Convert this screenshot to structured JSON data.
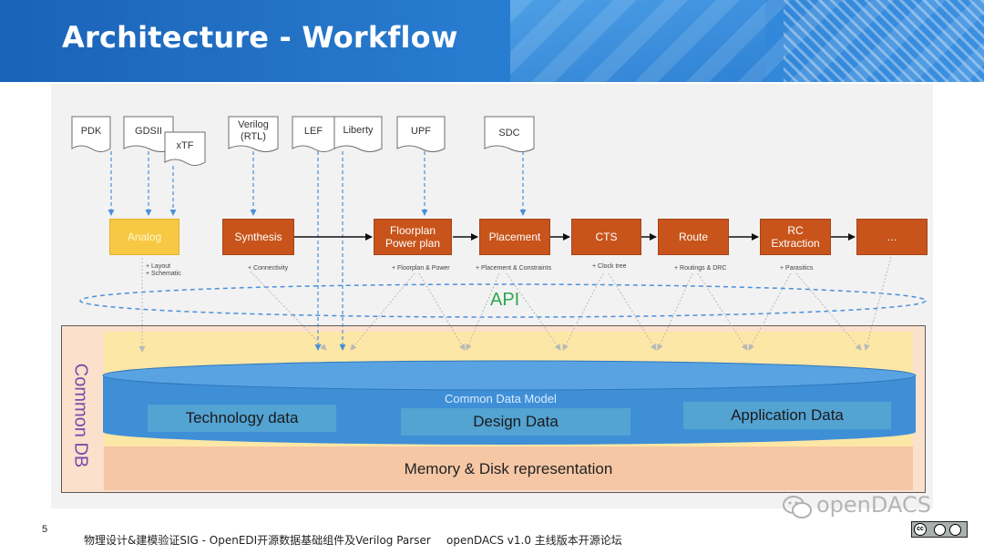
{
  "slide": {
    "title": "Architecture - Workflow",
    "page_number": "5",
    "footer_left": "物理设计&建模验证SIG - OpenEDI开源数据基础组件及Verilog Parser",
    "footer_right": "openDACS v1.0 主线版本开源论坛",
    "watermark": "openDACS"
  },
  "inputs": [
    {
      "label": "PDK"
    },
    {
      "label": "GDSII"
    },
    {
      "label": "xTF"
    },
    {
      "label": "Verilog\n(RTL)"
    },
    {
      "label": "LEF"
    },
    {
      "label": "Liberty"
    },
    {
      "label": "UPF"
    },
    {
      "label": "SDC"
    }
  ],
  "stages": [
    {
      "label": "Analog",
      "caption": "+ Layout\n+ Schematic"
    },
    {
      "label": "Synthesis",
      "caption": "+ Connectivity"
    },
    {
      "label": "Floorplan\nPower plan",
      "caption": "+ Floorplan & Power"
    },
    {
      "label": "Placement",
      "caption": "+ Placement & Constraints"
    },
    {
      "label": "CTS",
      "caption": "+ Clock tree"
    },
    {
      "label": "Route",
      "caption": "+ Routings & DRC"
    },
    {
      "label": "RC\nExtraction",
      "caption": "+ Parasitics"
    },
    {
      "label": "…",
      "caption": ""
    }
  ],
  "api_label": "API",
  "common_db": {
    "label": "Common DB",
    "model_label": "Common Data Model",
    "technology": "Technology data",
    "design": "Design Data",
    "application": "Application Data",
    "memory": "Memory & Disk representation"
  },
  "colors": {
    "banner": "#1a63b8",
    "stage": "#c8541b",
    "analog": "#f7c843",
    "api": "#2fa84f",
    "db_cylinder": "#3f8fd6",
    "db_label": "#7a4aa8",
    "connector": "#4a90d9"
  }
}
